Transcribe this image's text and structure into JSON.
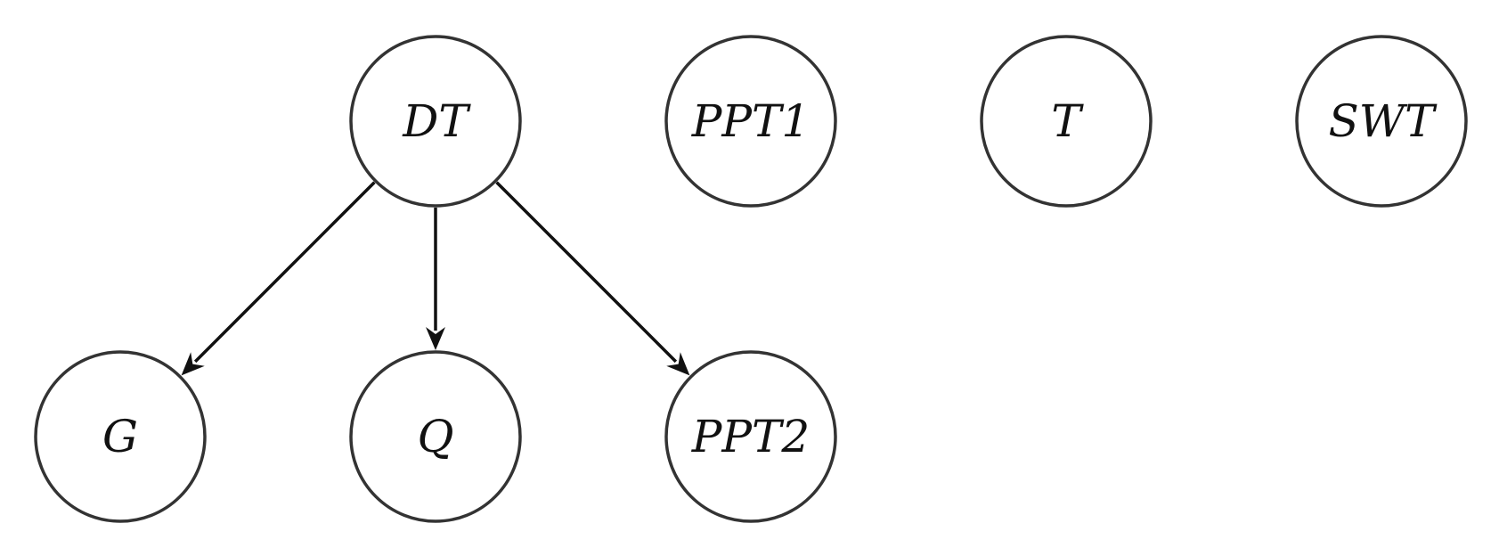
{
  "diagram": {
    "nodes": [
      {
        "id": "DT",
        "label": "DT"
      },
      {
        "id": "PPT1",
        "label": "PPT1"
      },
      {
        "id": "T",
        "label": "T"
      },
      {
        "id": "SWT",
        "label": "SWT"
      },
      {
        "id": "G",
        "label": "G"
      },
      {
        "id": "Q",
        "label": "Q"
      },
      {
        "id": "PPT2",
        "label": "PPT2"
      }
    ],
    "edges": [
      {
        "from": "DT",
        "to": "G"
      },
      {
        "from": "DT",
        "to": "Q"
      },
      {
        "from": "DT",
        "to": "PPT2"
      }
    ],
    "colors": {
      "node_stroke": "#333333",
      "node_fill": "#ffffff",
      "edge": "#111111",
      "text": "#111111"
    }
  }
}
